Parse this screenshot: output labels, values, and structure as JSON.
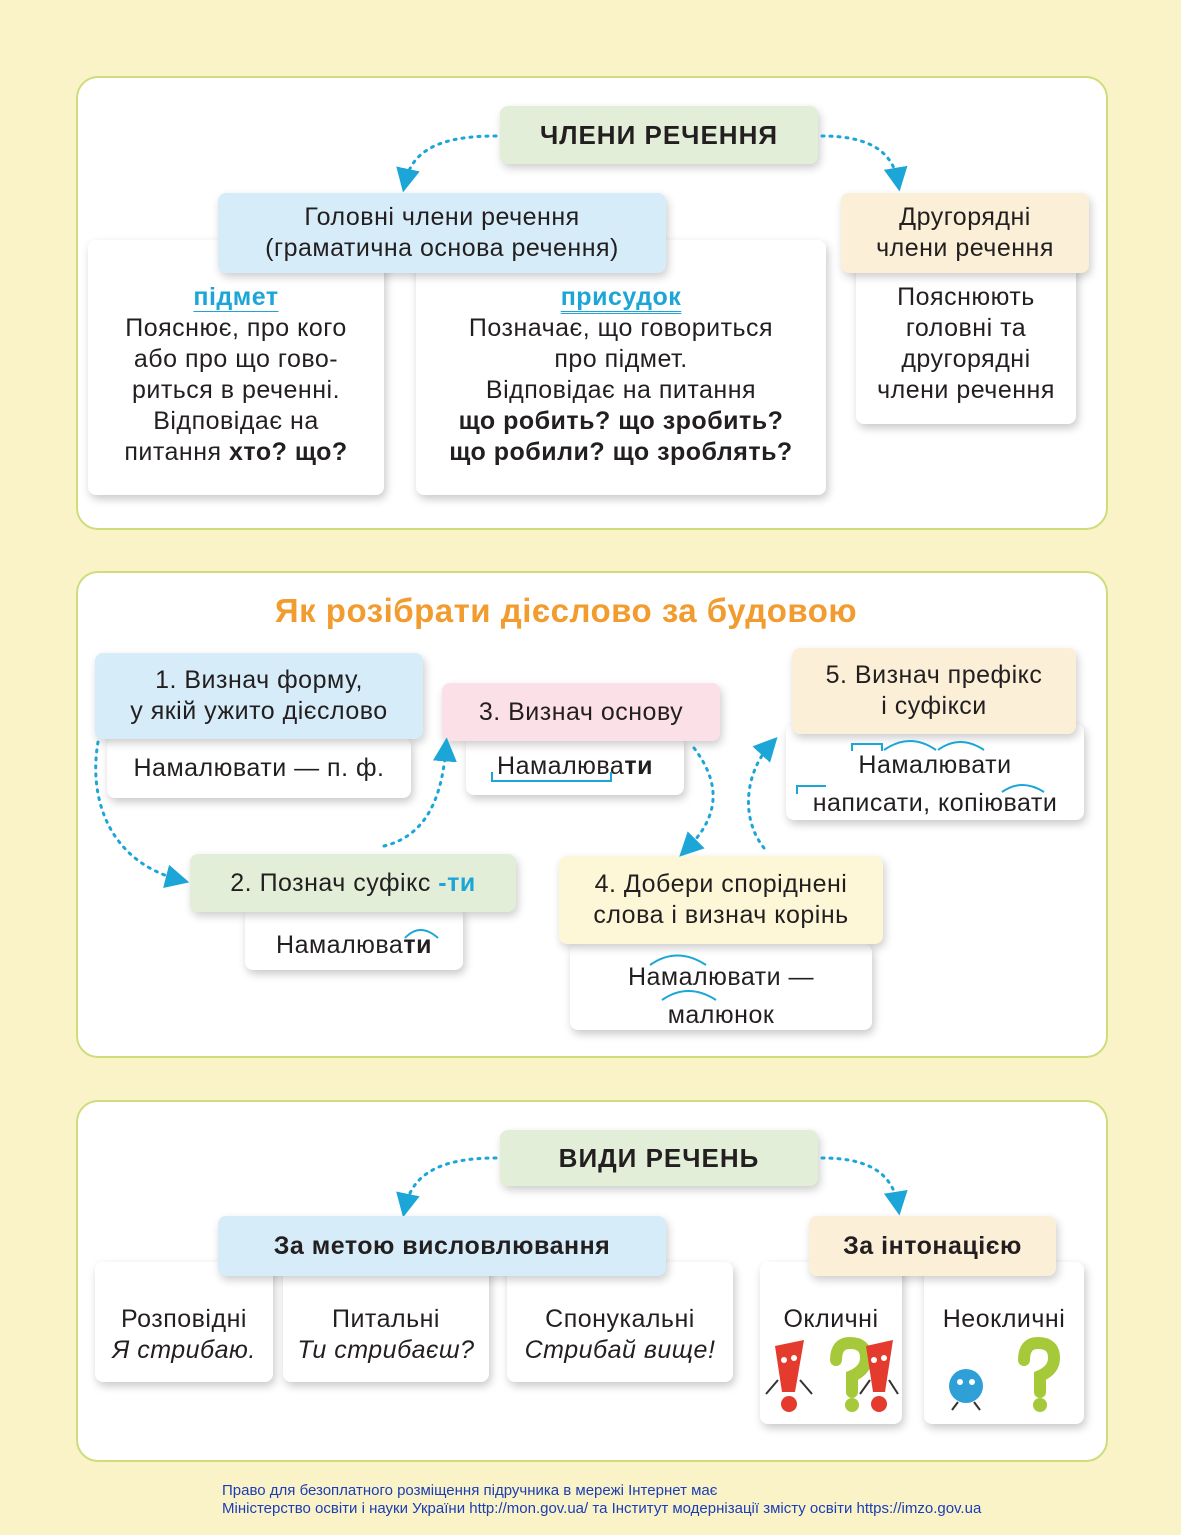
{
  "section1": {
    "title": "ЧЛЕНИ РЕЧЕННЯ",
    "main_members": [
      "Головні члени речення",
      "(граматична основа речення)"
    ],
    "secondary_members": [
      "Другорядні",
      "члени речення"
    ],
    "subject": {
      "label": "підмет",
      "text": [
        "Пояснює, про кого",
        "або про що гово-",
        "риться в реченні.",
        "Відповідає на"
      ],
      "question_prefix": "питання ",
      "question_bold": "хто? що?"
    },
    "predicate": {
      "label": "присудок",
      "text": [
        "Позначає, що говориться",
        "про підмет.",
        "Відповідає на питання"
      ],
      "questions": [
        "що робить? що зробить?",
        "що робили? що зроблять?"
      ]
    },
    "secondary_desc": [
      "Пояснюють",
      "головні та",
      "другорядні",
      "члени речення"
    ]
  },
  "section2": {
    "title": "Як розібрати дієслово за будовою",
    "step1": {
      "label": [
        "1. Визнач форму,",
        "у якій ужито дієслово"
      ],
      "example": "Намалювати — п. ф."
    },
    "step2": {
      "label_prefix": "2. Познач суфікс ",
      "label_suffix": "-ти",
      "example_stem": "Намалюва",
      "example_ending": "ти"
    },
    "step3": {
      "label": "3. Визнач основу",
      "example_stem": "Намалюва",
      "example_ending": "ти"
    },
    "step4": {
      "label": [
        "4. Добери споріднені",
        "слова і визнач корінь"
      ],
      "example": [
        "Намалювати —",
        "малюнок"
      ]
    },
    "step5": {
      "label": [
        "5. Визнач префікс",
        "і суфікси"
      ],
      "example": [
        "Намалювати",
        "написати, копіювати"
      ]
    }
  },
  "section3": {
    "title": "ВИДИ РЕЧЕНЬ",
    "by_purpose": "За метою висловлювання",
    "by_intonation": "За інтонацією",
    "purpose_types": [
      {
        "name": "Розповідні",
        "example": "Я стрибаю."
      },
      {
        "name": "Питальні",
        "example": "Ти стрибаєш?"
      },
      {
        "name": "Спонукальні",
        "example": "Стрибай вище!"
      }
    ],
    "intonation_types": [
      {
        "name": "Окличні"
      },
      {
        "name": "Неокличні"
      }
    ]
  },
  "footer": {
    "line1": "Право для безоплатного розміщення підручника в мережі Інтернет має",
    "line2": "Міністерство освіти і науки України http://mon.gov.ua/ та Інститут модернізації змісту освіти https://imzo.gov.ua"
  },
  "colors": {
    "cyan": "#1ca6d8",
    "orange": "#f29b2e",
    "panel_border": "#cfdc7a",
    "background": "#fbf3c8"
  }
}
